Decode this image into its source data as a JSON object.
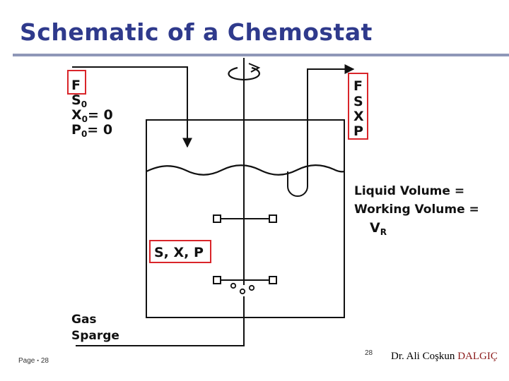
{
  "title": "Schematic of a Chemostat",
  "inlet": {
    "flow": "F",
    "s": "S",
    "s_sub": "0",
    "x": "X",
    "x_sub": "0",
    "x_val": "= 0",
    "p": "P",
    "p_sub": "0",
    "p_val": "= 0"
  },
  "outlet": {
    "flow": "F",
    "s": "S",
    "x": "X",
    "p": "P"
  },
  "vessel_contents": "S, X, P",
  "volume_label": {
    "line1": "Liquid Volume =",
    "line2": "Working Volume =",
    "vr": "V",
    "vr_sub": "R"
  },
  "gas_label": {
    "line1": "Gas",
    "line2": "Sparge"
  },
  "footer": {
    "page_word": "Page",
    "page_sep": "▪",
    "page_num": "28",
    "slide_num": "28"
  },
  "author": {
    "prefix": "Dr. Ali Coşkun ",
    "surname": "DALGIÇ"
  },
  "colors": {
    "title": "#2f3a8c",
    "highlight_box": "#d9252a",
    "rule": "#8f97b8",
    "author_surname": "#8b1a1a"
  }
}
